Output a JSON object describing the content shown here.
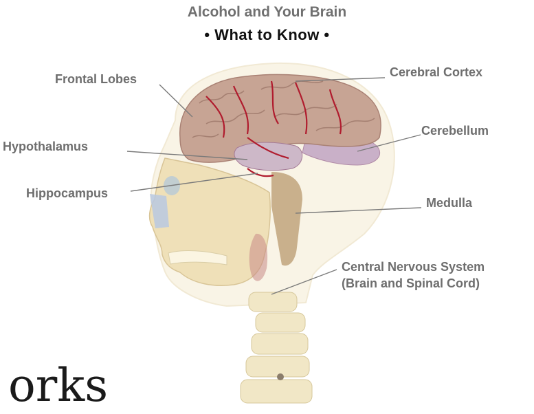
{
  "header": {
    "title": "Alcohol and Your Brain",
    "subtitle": "• What to Know •"
  },
  "labels": {
    "frontal_lobes": "Frontal Lobes",
    "cerebral_cortex": "Cerebral Cortex",
    "hypothalamus": "Hypothalamus",
    "cerebellum": "Cerebellum",
    "hippocampus": "Hippocampus",
    "medulla": "Medulla",
    "cns_line1": "Central Nervous System",
    "cns_line2": "(Brain and Spinal Cord)"
  },
  "footer": {
    "partial_text": "orks"
  },
  "colors": {
    "label_gray": "#6e6e6e",
    "brain_pink": "#c9a79b",
    "vessel_red": "#b01c2e",
    "skull_tan": "#f1e5c4"
  }
}
